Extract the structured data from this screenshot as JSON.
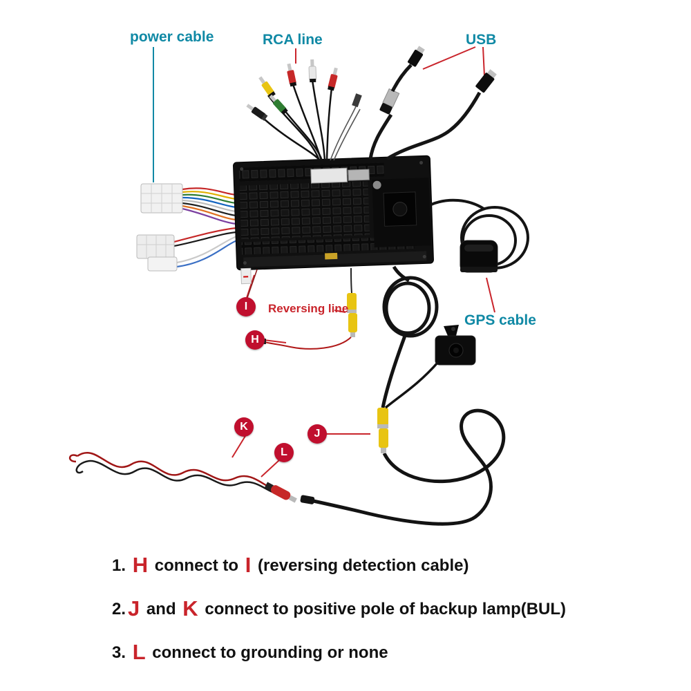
{
  "labels": {
    "power_cable": "power cable",
    "rca_line": "RCA line",
    "usb": "USB",
    "gps_cable": "GPS cable",
    "reversing_line": "Reversing line"
  },
  "badges": {
    "I": "I",
    "H": "H",
    "J": "J",
    "K": "K",
    "L": "L"
  },
  "instructions": {
    "line1": {
      "num": "1. ",
      "a": "H",
      "t1": " connect to ",
      "b": "I",
      "t2": " (reversing detection cable)"
    },
    "line2": {
      "num": "2.",
      "a": "J",
      "t1": " and ",
      "b": "K",
      "t2": " connect to positive pole of backup lamp(BUL)"
    },
    "line3": {
      "num": "3. ",
      "a": "L",
      "t1": " connect to grounding or none"
    }
  },
  "colors": {
    "teal": "#1089a5",
    "red": "#c9242b",
    "badge_red": "#c00f2e"
  }
}
